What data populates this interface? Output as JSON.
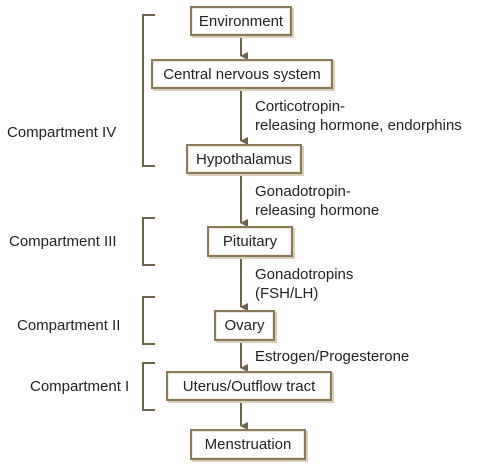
{
  "colors": {
    "line": "#6f6348",
    "box_border": "#8a7a5a"
  },
  "nodes": {
    "environment": "Environment",
    "cns": "Central nervous system",
    "hypothalamus": "Hypothalamus",
    "pituitary": "Pituitary",
    "ovary": "Ovary",
    "uterus": "Uterus/Outflow tract",
    "menstruation": "Menstruation"
  },
  "edge_labels": {
    "cns_hyp_line1": "Corticotropin-",
    "cns_hyp_line2": "releasing hormone, endorphins",
    "hyp_pit_line1": "Gonadotropin-",
    "hyp_pit_line2": "releasing hormone",
    "pit_ova_line1": "Gonadotropins",
    "pit_ova_line2": "(FSH/LH)",
    "ova_ut": "Estrogen/Progesterone"
  },
  "compartments": {
    "iv": "Compartment IV",
    "iii": "Compartment III",
    "ii": "Compartment II",
    "i": "Compartment I"
  }
}
